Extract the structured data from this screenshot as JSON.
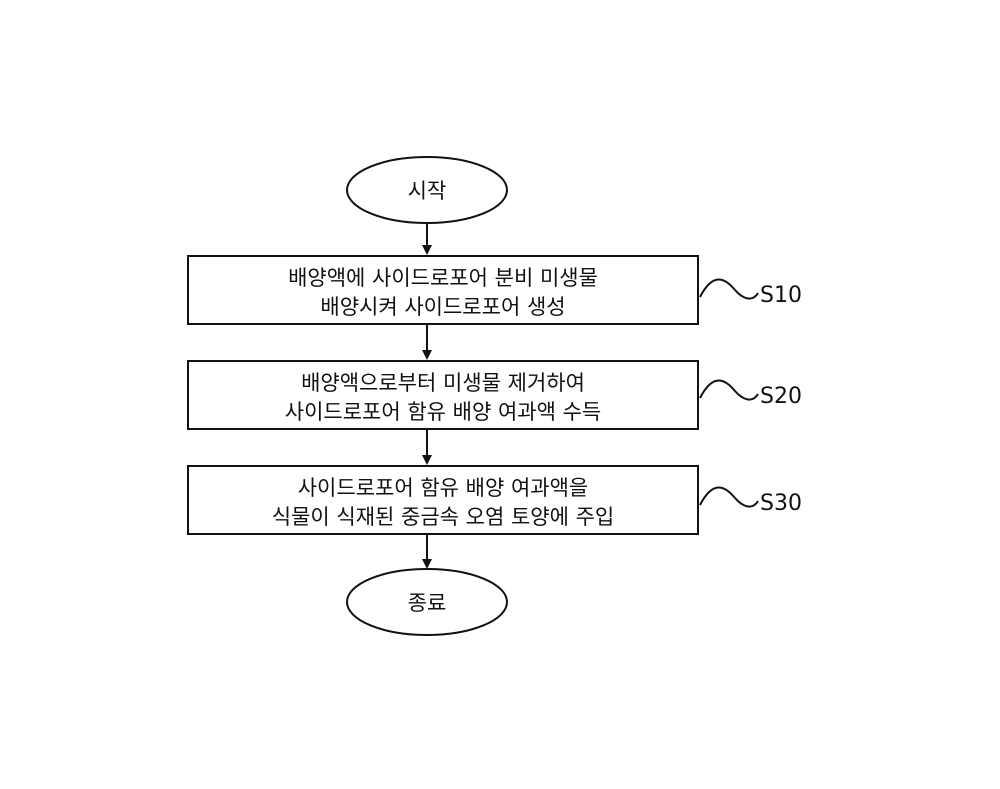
{
  "flowchart": {
    "start": {
      "label": "시작"
    },
    "steps": [
      {
        "id": "S10",
        "lines": [
          "배양액에 사이드로포어 분비 미생물",
          "배양시켜 사이드로포어 생성"
        ],
        "step_label": "S10"
      },
      {
        "id": "S20",
        "lines": [
          "배양액으로부터 미생물 제거하여",
          "사이드로포어 함유 배양 여과액 수득"
        ],
        "step_label": "S20"
      },
      {
        "id": "S30",
        "lines": [
          "사이드로포어 함유 배양 여과액을",
          "식물이 식재된 중금속 오염 토양에 주입"
        ],
        "step_label": "S30"
      }
    ],
    "end": {
      "label": "종료"
    }
  },
  "colors": {
    "stroke": "#111111",
    "fill": "#ffffff",
    "text": "#111111"
  }
}
